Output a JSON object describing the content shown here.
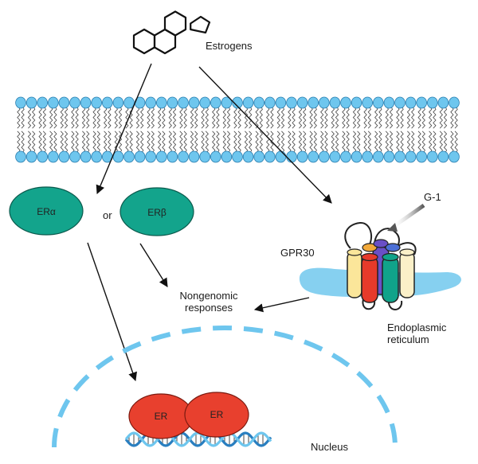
{
  "labels": {
    "estrogens": "Estrogens",
    "er_alpha": "ERα",
    "or": "or",
    "er_beta": "ERβ",
    "g1": "G-1",
    "gpr30": "GPR30",
    "nongenomic_line1": "Nongenomic",
    "nongenomic_line2": "responses",
    "er_reticulum_line1": "Endoplasmic",
    "er_reticulum_line2": "reticulum",
    "er_left": "ER",
    "er_right": "ER",
    "nucleus": "Nucleus"
  },
  "colors": {
    "lipid_head": "#6ec6ee",
    "lipid_head_stroke": "#2b7fb0",
    "er_receptor": "#13a48c",
    "er_dimer": "#e8402e",
    "nuclear_envelope": "#6ec6ee",
    "reticulum": "#86d0f0",
    "g1_text": "#3a3a9a",
    "helix_yellow": "#fbe69a",
    "helix_red": "#e63a2a",
    "helix_green": "#10a38a",
    "helix_cream": "#fbf0c8",
    "cap_orange": "#f2a93a",
    "cap_purple": "#6a4fc6",
    "cap_blue": "#4b6fd6",
    "dna_blue": "#2a7fc0",
    "dna_light": "#6ec6ee"
  },
  "icons": [
    "steroid-molecule-icon",
    "phospholipid-bilayer",
    "dna-helix-icon"
  ]
}
